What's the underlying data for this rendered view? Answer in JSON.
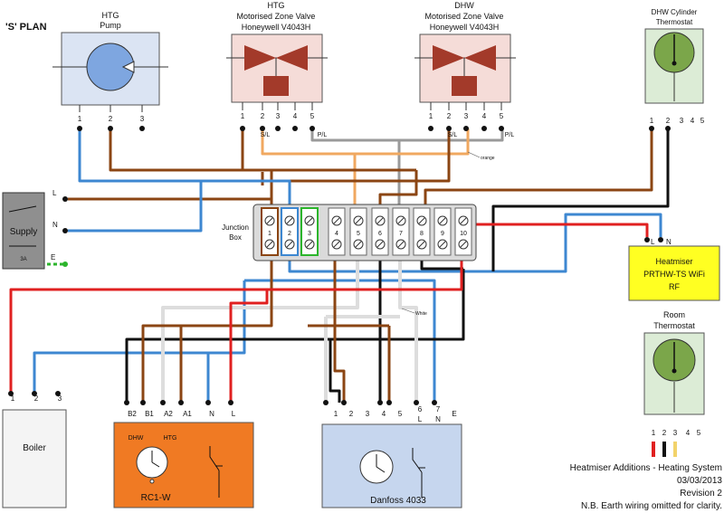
{
  "title": "'S' PLAN",
  "components": {
    "pump": {
      "line1": "HTG",
      "line2": "Pump",
      "terminals": [
        "1",
        "2",
        "3"
      ]
    },
    "htg_valve": {
      "line1": "HTG",
      "line2": "Motorised Zone Valve",
      "line3": "Honeywell V4043H",
      "terminals": [
        "1",
        "2",
        "3",
        "4",
        "5"
      ],
      "sl": "S/L",
      "pl": "P/L"
    },
    "dhw_valve": {
      "line1": "DHW",
      "line2": "Motorised Zone Valve",
      "line3": "Honeywell V4043H",
      "terminals": [
        "1",
        "2",
        "3",
        "4",
        "5"
      ],
      "sl": "S/L",
      "pl": "P/L"
    },
    "cyl_stat": {
      "line1": "DHW Cylinder",
      "line2": "Thermostat",
      "terminals": [
        "1",
        "2",
        "3",
        "4",
        "5"
      ]
    },
    "supply": {
      "label": "Supply",
      "fuse": "3A",
      "l": "L",
      "n": "N",
      "e": "E"
    },
    "junction_box": {
      "line1": "Junction",
      "line2": "Box",
      "terminals": [
        "1",
        "2",
        "3",
        "4",
        "5",
        "6",
        "7",
        "8",
        "9",
        "10"
      ]
    },
    "heatmiser": {
      "line1": "Heatmiser",
      "line2": "PRTHW-TS WiFi",
      "line3": "RF",
      "l": "L",
      "n": "N"
    },
    "room_stat": {
      "line1": "Room",
      "line2": "Thermostat",
      "terminals": [
        "1",
        "2",
        "3",
        "4",
        "5"
      ]
    },
    "boiler": {
      "label": "Boiler",
      "terminals": [
        "1",
        "2",
        "3"
      ]
    },
    "rc1w": {
      "label": "RC1-W",
      "dhw": "DHW",
      "htg": "HTG",
      "terminals": [
        "B2",
        "B1",
        "A2",
        "A1",
        "N",
        "L"
      ]
    },
    "danfoss": {
      "label": "Danfoss 4033",
      "terminals": [
        "1",
        "2",
        "3",
        "4",
        "5",
        "6",
        "7",
        "E"
      ],
      "t6": "L",
      "t7": "N"
    }
  },
  "wire_labels": {
    "orange": "orange",
    "white": "White"
  },
  "notes": {
    "line1": "Heatmiser Additions - Heating System",
    "line2": "03/03/2013",
    "line3": "Revision 2",
    "line4": "N.B. Earth wiring omitted for clarity."
  },
  "colors": {
    "brown": "#8B4513",
    "blue": "#3d87d1",
    "red": "#e02020",
    "black": "#111111",
    "grey": "#9a9a9a",
    "orange_wire": "#f0a860",
    "white_wire": "#dddddd",
    "valve_fill": "#f5dcd8",
    "valve_red": "#a33a2a",
    "pump_fill": "#dbe4f3",
    "pump_circle": "#7ea6e0",
    "stat_fill": "#dcecd6",
    "stat_dial": "#7ba64a",
    "supply_fill": "#8f8f8f",
    "heatmiser_fill": "#ffff22",
    "rc1w_fill": "#f07a23",
    "danfoss_fill": "#c6d6ee",
    "boiler_fill": "#f4f4f4",
    "jb_fill": "#dadada",
    "earth_green": "#2cb52c"
  }
}
